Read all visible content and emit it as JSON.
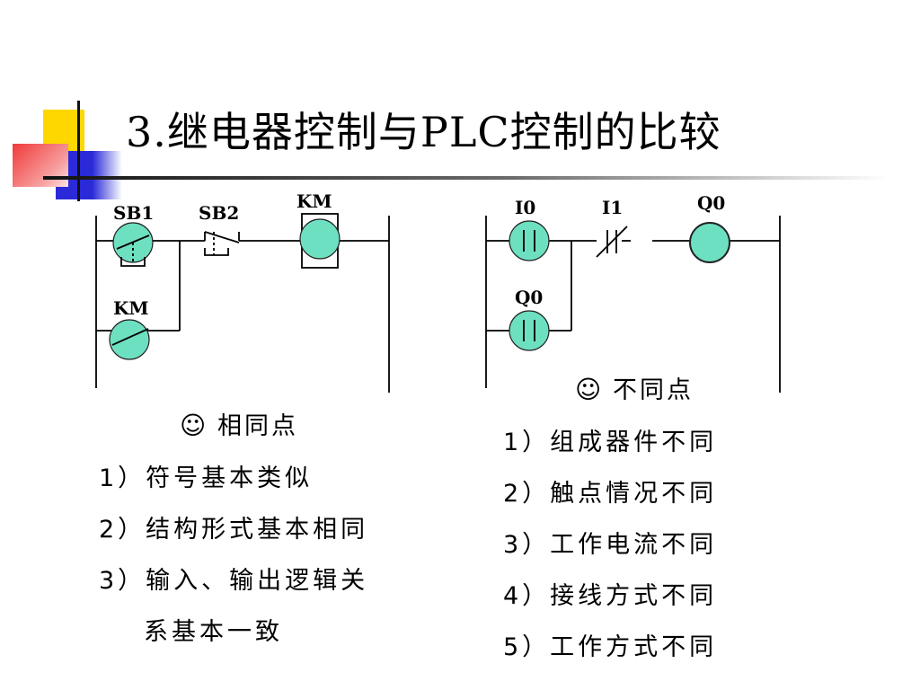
{
  "slide": {
    "title": "3.继电器控制与PLC控制的比较"
  },
  "relay_diagram": {
    "labels": {
      "sb1": "SB1",
      "sb2": "SB2",
      "km_coil": "KM",
      "km_contact": "KM"
    }
  },
  "plc_diagram": {
    "labels": {
      "i0": "I0",
      "i1": "I1",
      "q0_coil": "Q0",
      "q0_contact": "Q0"
    }
  },
  "similarities": {
    "icon": "smiley-icon",
    "icon_glyph": "☺",
    "heading": "相同点",
    "items": [
      {
        "text": "1）符号基本类似"
      },
      {
        "text": "2）结构形式基本相同"
      },
      {
        "text": "3）输入、输出逻辑关"
      },
      {
        "text": "系基本一致"
      }
    ]
  },
  "differences": {
    "icon": "smiley-icon",
    "icon_glyph": "☺",
    "heading": "不同点",
    "items": [
      {
        "text": "1）组成器件不同"
      },
      {
        "text": "2）触点情况不同"
      },
      {
        "text": "3）工作电流不同"
      },
      {
        "text": "4）接线方式不同"
      },
      {
        "text": "5）工作方式不同"
      }
    ]
  },
  "colors": {
    "highlight_fill": "#6ee0c2",
    "deco_yellow": "#ffd700",
    "deco_red": "#f03a3a",
    "deco_blue": "#2a2ad8"
  }
}
